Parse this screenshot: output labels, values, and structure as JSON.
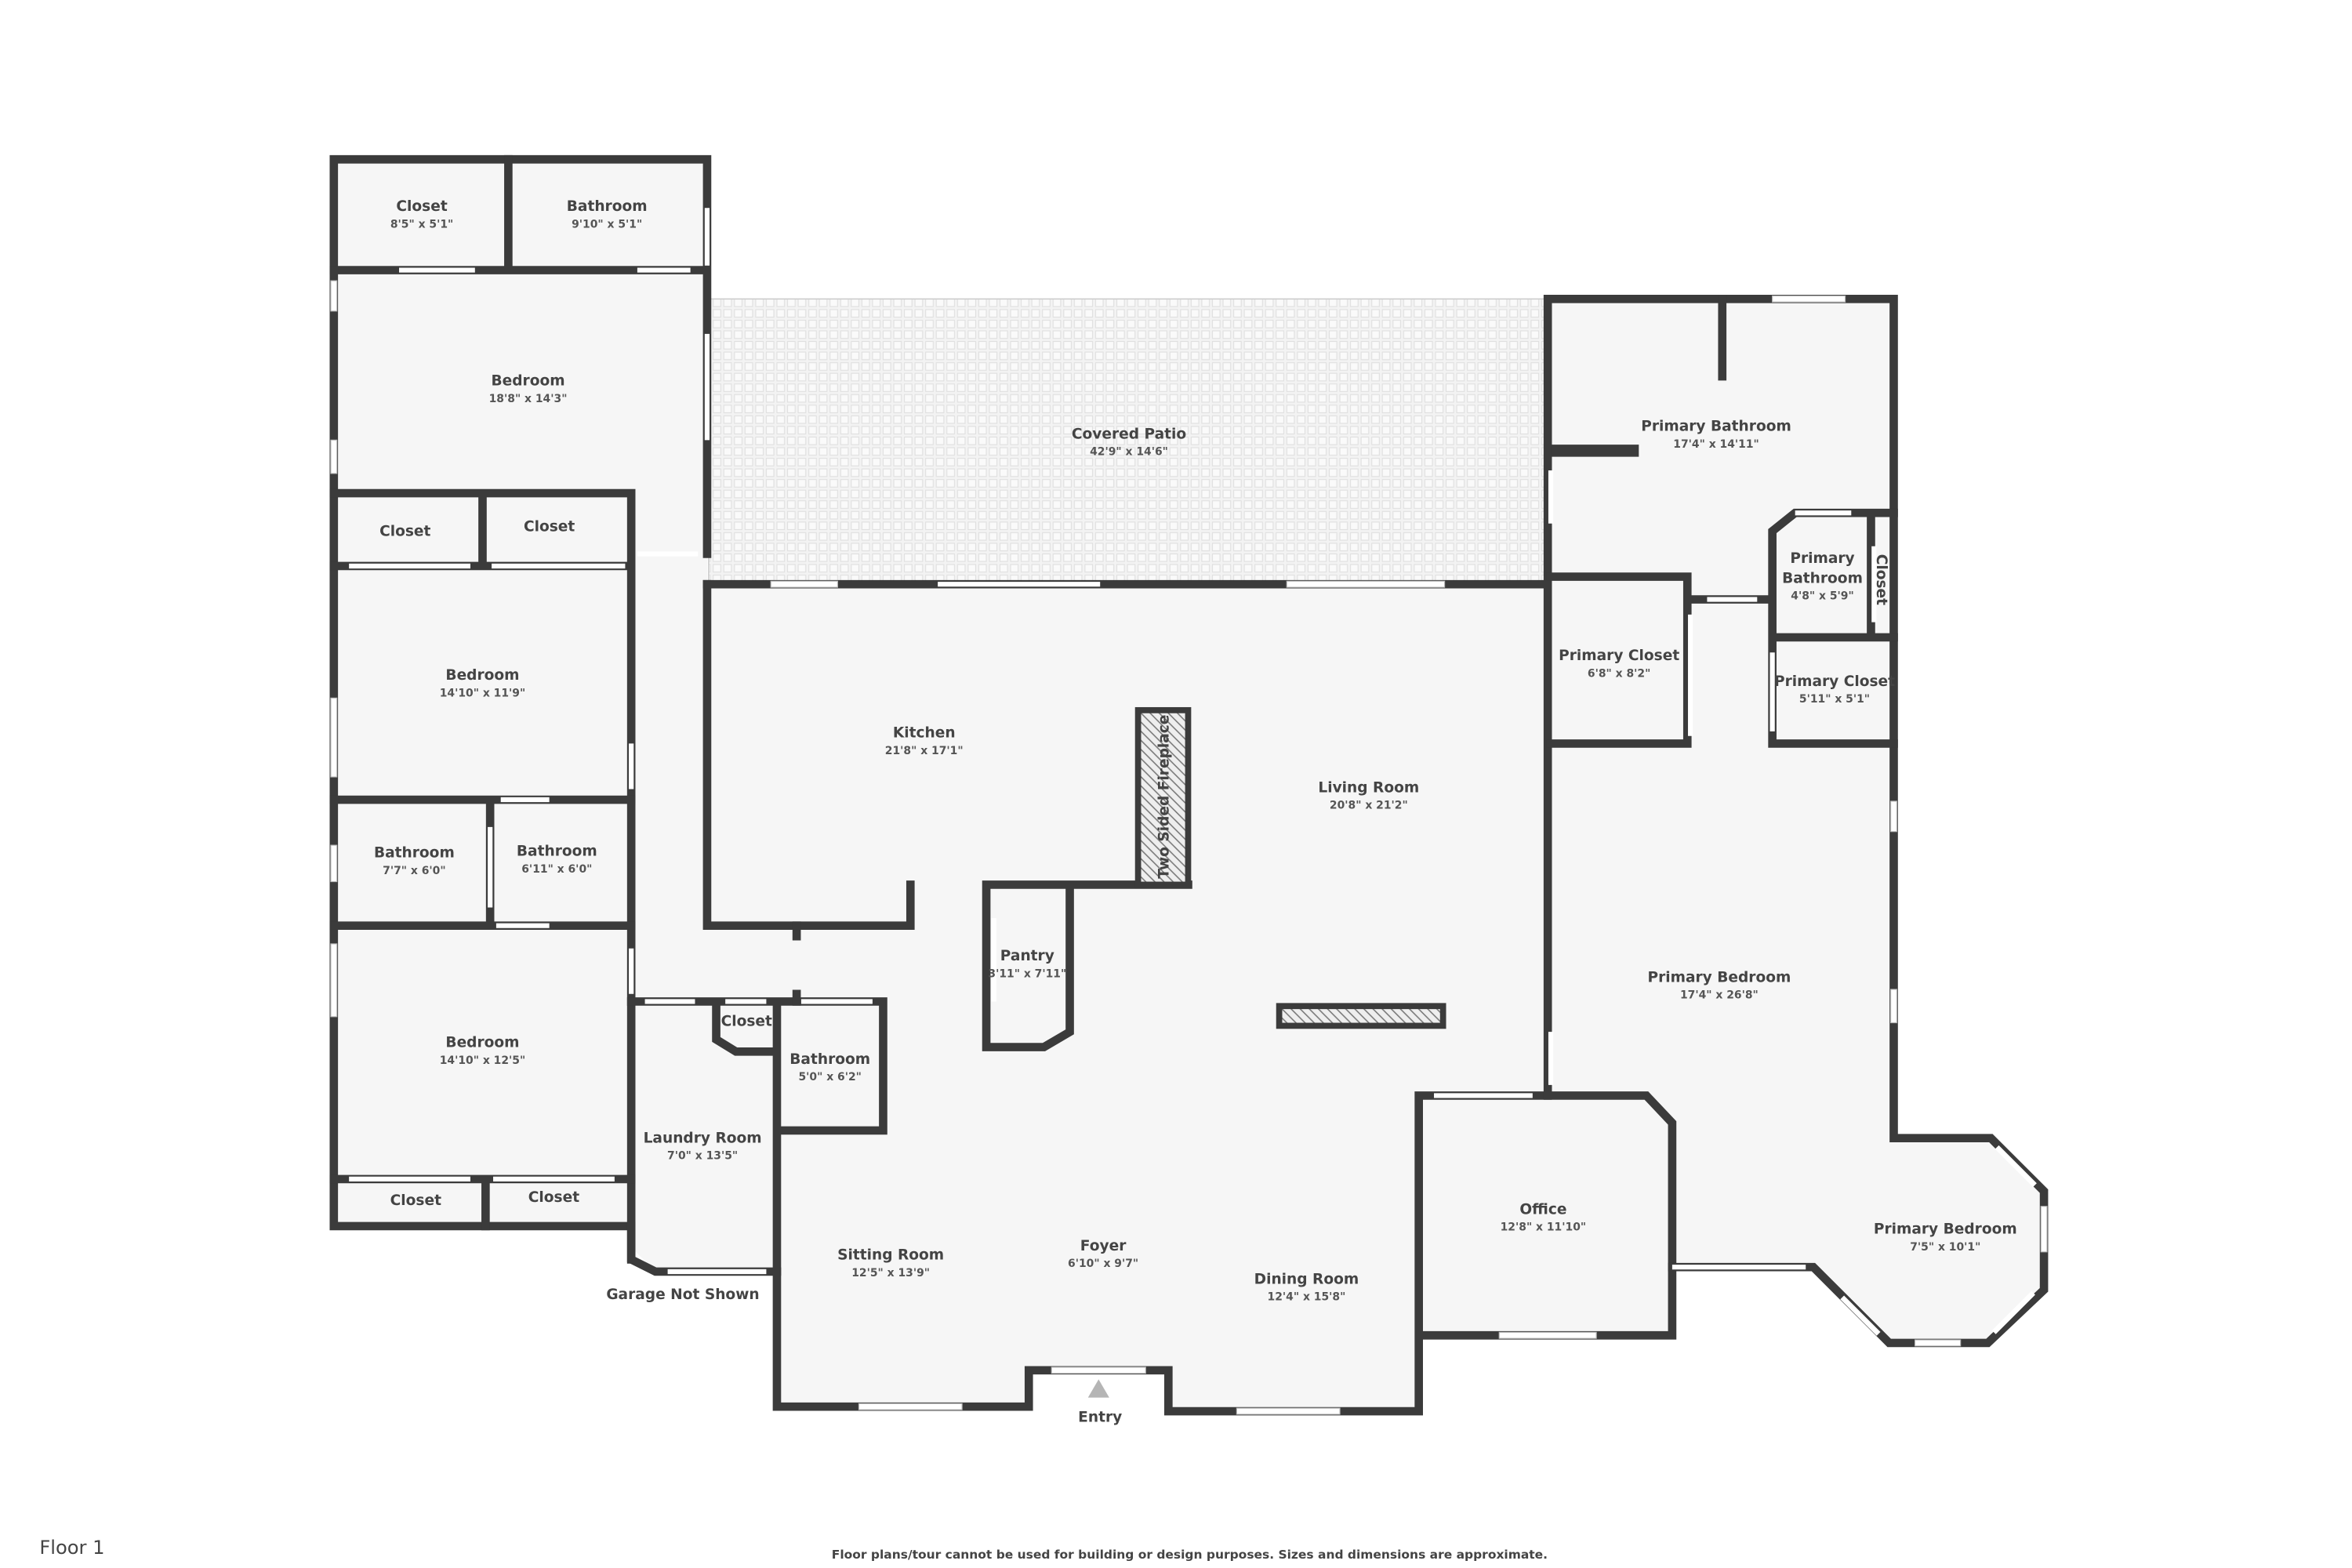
{
  "floor_label": "Floor 1",
  "disclaimer": "Floor plans/tour cannot be used for building or design purposes. Sizes and dimensions are approximate.",
  "colors": {
    "wall": "#3b3b3b",
    "floor": "#f6f6f6",
    "text": "#444444",
    "entry_marker": "#b5b5b5"
  },
  "rooms": {
    "closet_top": {
      "name": "Closet",
      "dims": "8'5\" x 5'1\""
    },
    "bathroom_top": {
      "name": "Bathroom",
      "dims": "9'10\" x 5'1\""
    },
    "bedroom_1": {
      "name": "Bedroom",
      "dims": "18'8\" x 14'3\""
    },
    "closet_2a": {
      "name": "Closet"
    },
    "closet_2b": {
      "name": "Closet"
    },
    "bedroom_2": {
      "name": "Bedroom",
      "dims": "14'10\" x 11'9\""
    },
    "bathroom_2a": {
      "name": "Bathroom",
      "dims": "7'7\" x 6'0\""
    },
    "bathroom_2b": {
      "name": "Bathroom",
      "dims": "6'11\" x 6'0\""
    },
    "bedroom_3": {
      "name": "Bedroom",
      "dims": "14'10\" x 12'5\""
    },
    "closet_3a": {
      "name": "Closet"
    },
    "closet_3b": {
      "name": "Closet"
    },
    "laundry": {
      "name": "Laundry Room",
      "dims": "7'0\" x 13'5\""
    },
    "closet_laundry": {
      "name": "Closet"
    },
    "bathroom_small": {
      "name": "Bathroom",
      "dims": "5'0\" x 6'2\""
    },
    "garage_note": {
      "name": "Garage Not Shown"
    },
    "covered_patio": {
      "name": "Covered Patio",
      "dims": "42'9\" x 14'6\""
    },
    "kitchen": {
      "name": "Kitchen",
      "dims": "21'8\" x 17'1\""
    },
    "fireplace": {
      "name": "Two Sided Fireplace"
    },
    "living_room": {
      "name": "Living Room",
      "dims": "20'8\" x 21'2\""
    },
    "pantry": {
      "name": "Pantry",
      "dims": "3'11\" x 7'11\""
    },
    "sitting_room": {
      "name": "Sitting Room",
      "dims": "12'5\" x 13'9\""
    },
    "foyer": {
      "name": "Foyer",
      "dims": "6'10\" x 9'7\""
    },
    "entry": {
      "name": "Entry"
    },
    "dining_room": {
      "name": "Dining Room",
      "dims": "12'4\" x 15'8\""
    },
    "office": {
      "name": "Office",
      "dims": "12'8\" x 11'10\""
    },
    "primary_bathroom": {
      "name": "Primary Bathroom",
      "dims": "17'4\" x 14'11\""
    },
    "primary_bathroom_small": {
      "name_line1": "Primary",
      "name_line2": "Bathroom",
      "dims": "4'8\" x 5'9\""
    },
    "closet_primary": {
      "name": "Closet"
    },
    "primary_closet_1": {
      "name": "Primary Closet",
      "dims": "6'8\" x 8'2\""
    },
    "primary_closet_2": {
      "name": "Primary Closet",
      "dims": "5'11\" x 5'1\""
    },
    "primary_bedroom": {
      "name": "Primary Bedroom",
      "dims": "17'4\" x 26'8\""
    },
    "primary_bedroom_bay": {
      "name": "Primary Bedroom",
      "dims": "7'5\" x 10'1\""
    }
  }
}
